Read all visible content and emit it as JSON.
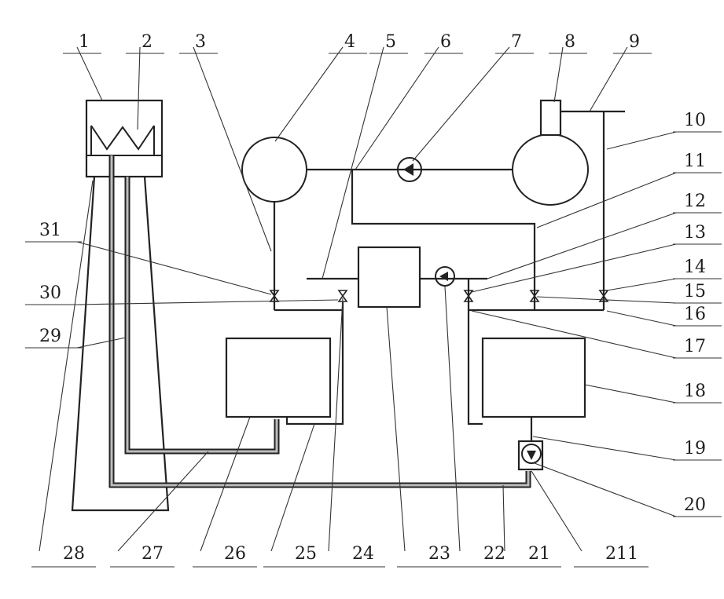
{
  "labels": {
    "top": [
      "1",
      "2",
      "3",
      "4",
      "5",
      "6",
      "7",
      "8",
      "9"
    ],
    "right": [
      "10",
      "11",
      "12",
      "13",
      "14",
      "15",
      "16",
      "17",
      "18",
      "19",
      "20"
    ],
    "bottom": [
      "28",
      "27",
      "26",
      "25",
      "24",
      "23",
      "22",
      "21",
      "211"
    ],
    "left": [
      "31",
      "30",
      "29"
    ]
  }
}
